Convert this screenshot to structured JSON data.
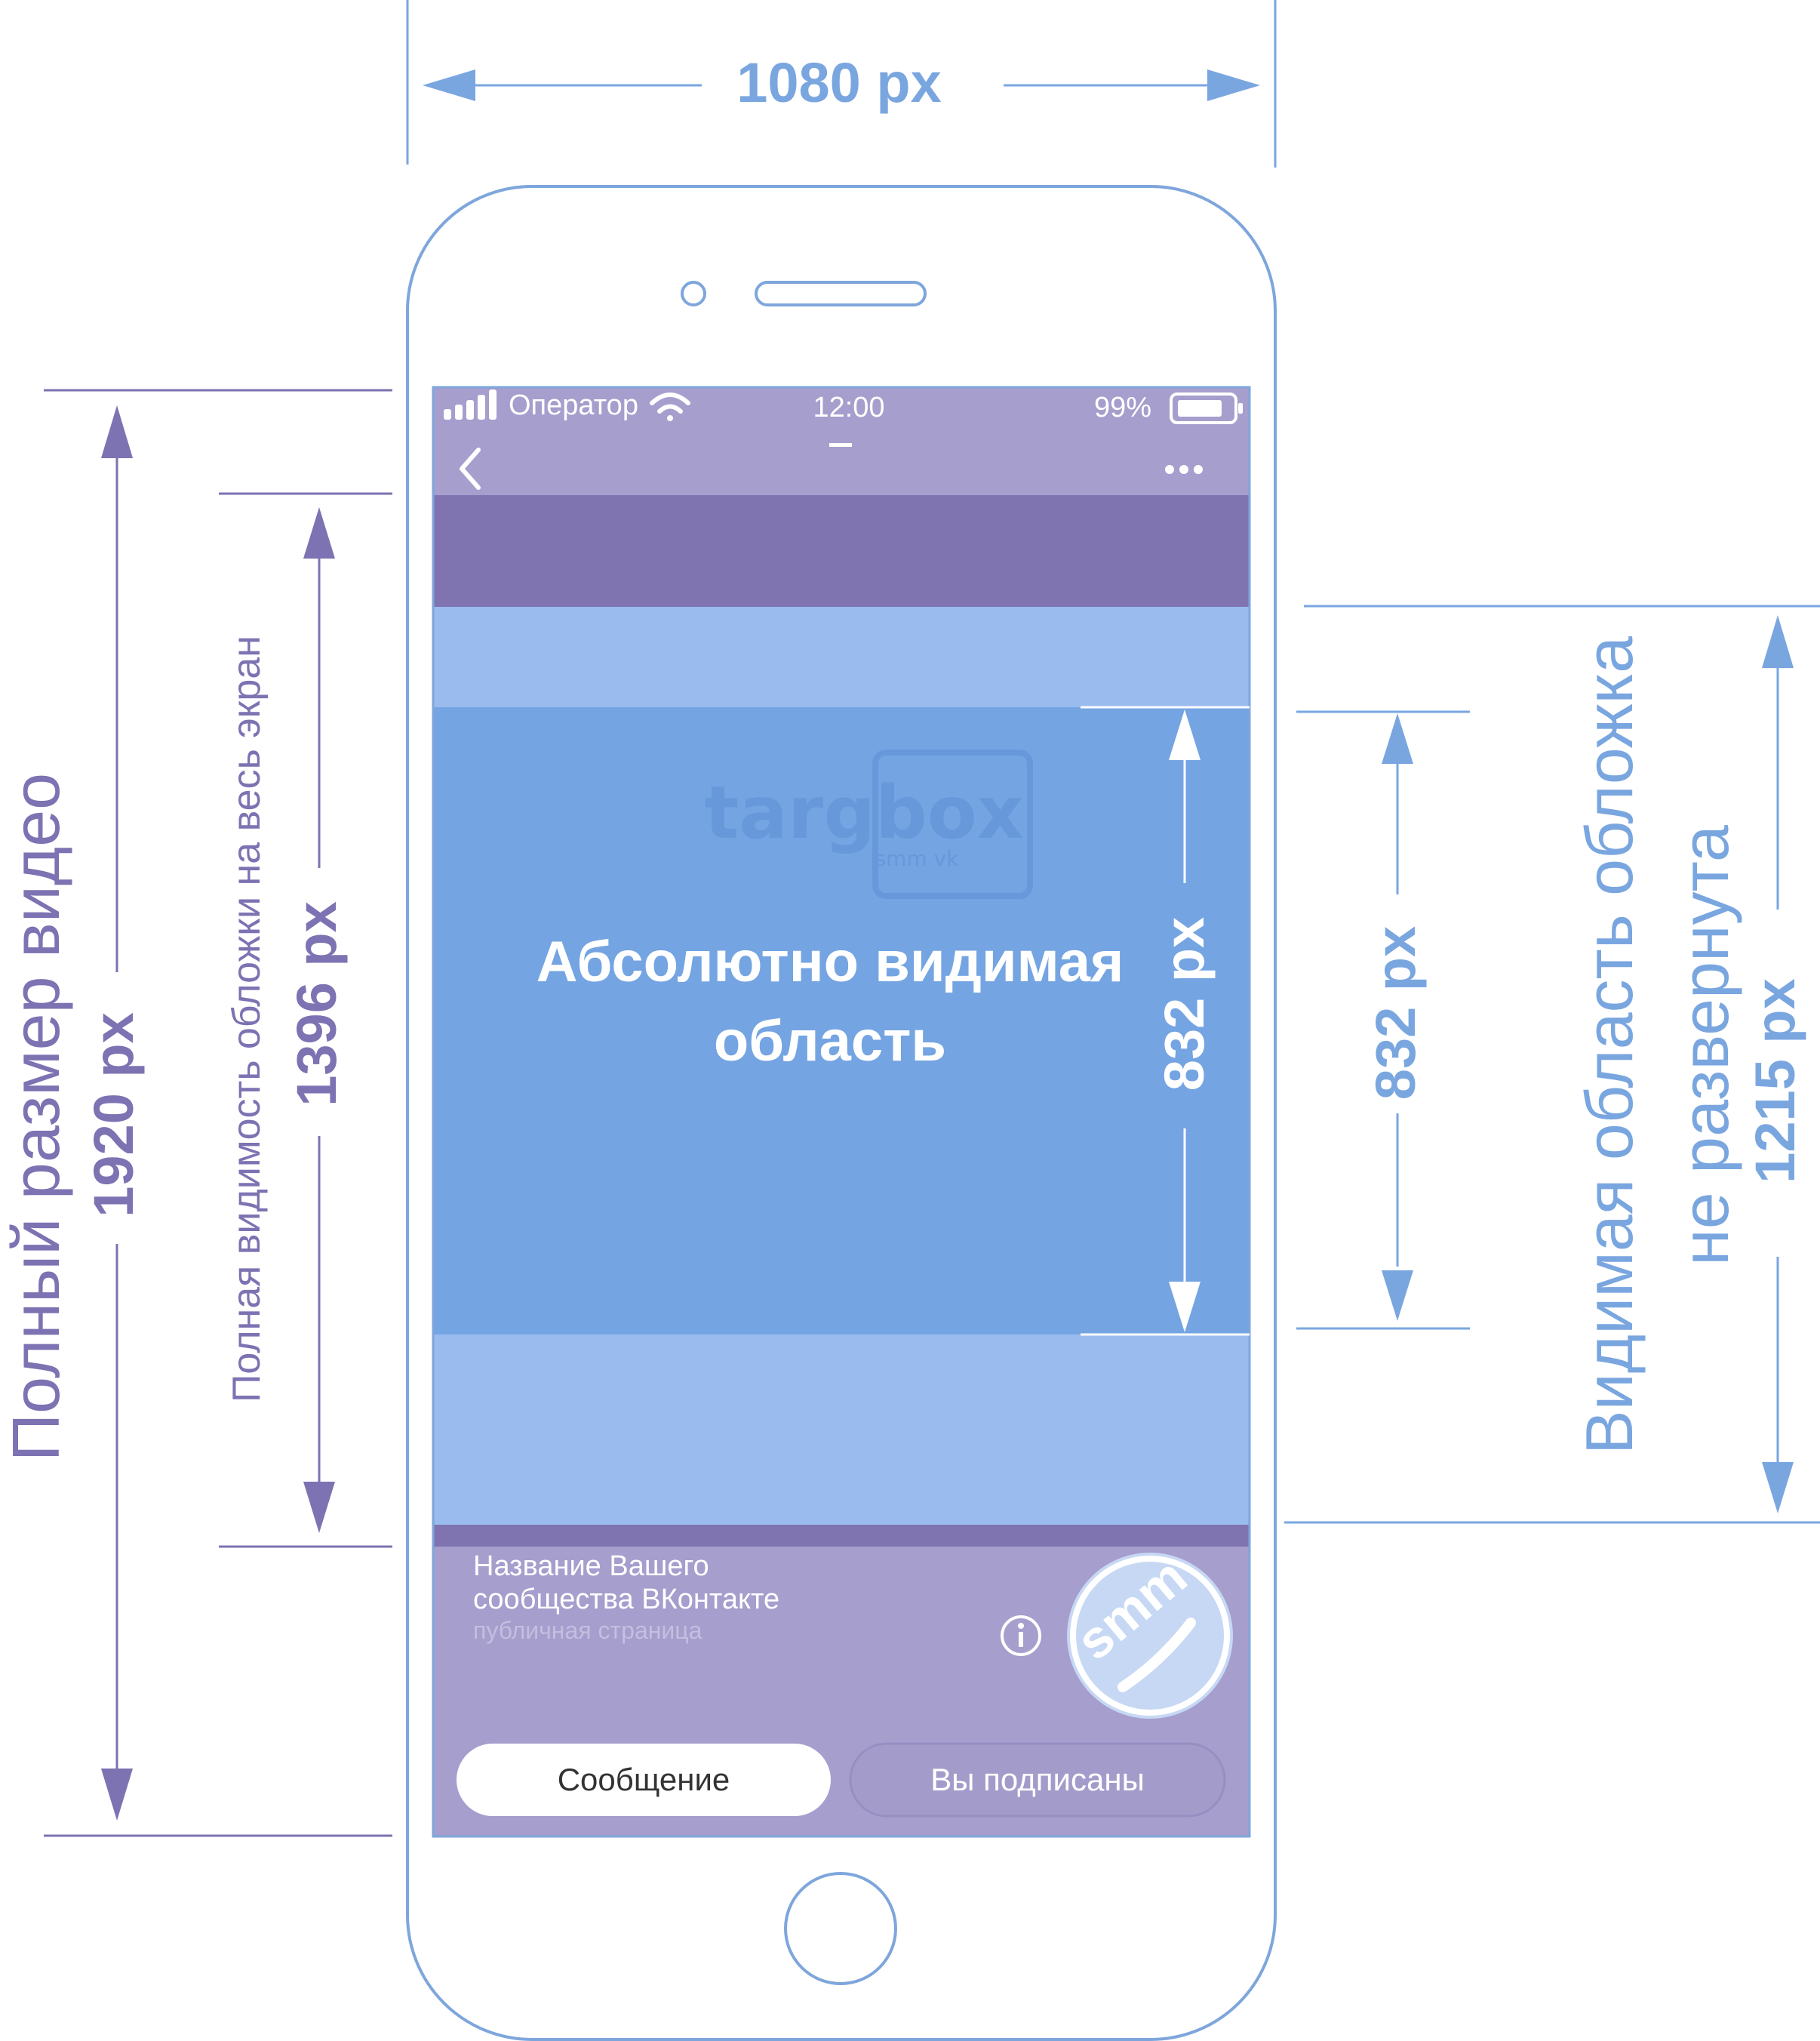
{
  "colors": {
    "phone_outline": "#7ea6dc",
    "dim_blue": "#7aa6e0",
    "dim_purple": "#7d72b2",
    "status_bar": "#a69ecd",
    "cover_top_strip": "#8074b0",
    "cover_light": "#99bbee",
    "cover_visible": "#74a4e2",
    "footer": "#a69ecd",
    "white": "#ffffff"
  },
  "width_dimension": {
    "value": "1080 px"
  },
  "left_dimension": {
    "title": "Полный размер видео",
    "value": "1920 px"
  },
  "fullscreen_dimension": {
    "title": "Полная видимость обложки на весь экран",
    "value": "1396 px"
  },
  "inner_dimension": {
    "value": "832 px"
  },
  "outer_832_dimension": {
    "value": "832 px"
  },
  "right_dimension": {
    "title_line1": "Видимая область обложка",
    "title_line2": "не развернута",
    "value": "1215 px"
  },
  "status_bar": {
    "carrier": "Оператор",
    "time": "12:00",
    "battery": "99%"
  },
  "nav": {
    "back_icon": "chevron-left-icon",
    "more_icon": "more-dots-icon"
  },
  "cover": {
    "visible_label_line1": "Абсолютно видимая",
    "visible_label_line2": "область",
    "watermark_logo": "targbox",
    "watermark_sub": "smm vk"
  },
  "community": {
    "name_line1": "Название Вашего",
    "name_line2": "сообщества ВКонтакте",
    "type": "публичная страница",
    "info_icon": "info-icon",
    "avatar_text": "smm"
  },
  "buttons": {
    "message": "Сообщение",
    "subscribed": "Вы подписаны"
  }
}
